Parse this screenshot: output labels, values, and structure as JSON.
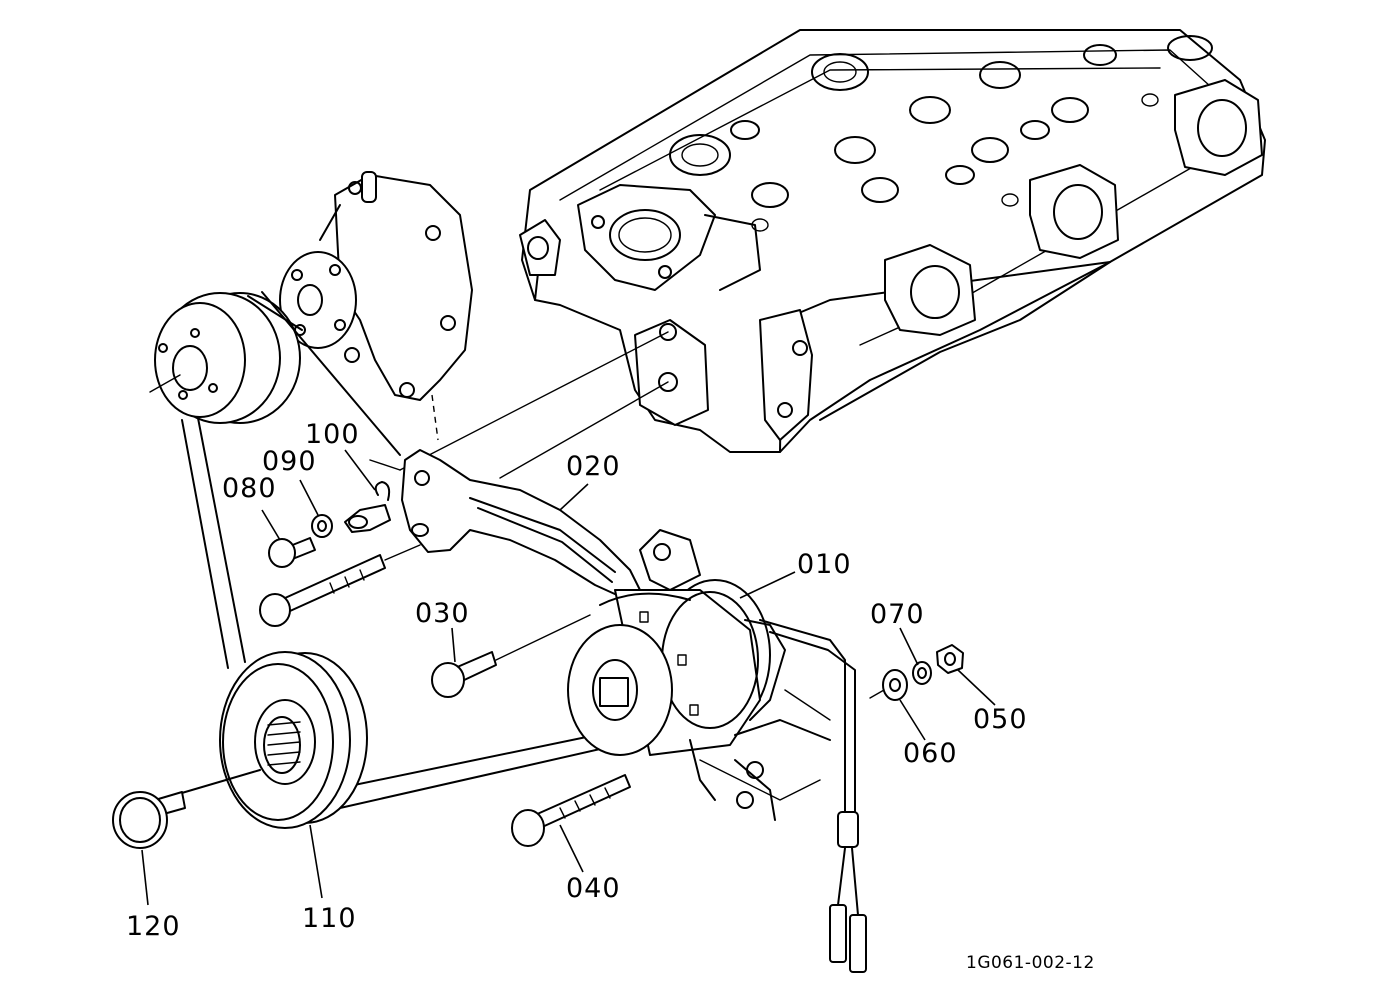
{
  "parts": [
    {
      "id": "010"
    },
    {
      "id": "020"
    },
    {
      "id": "030"
    },
    {
      "id": "040"
    },
    {
      "id": "050"
    },
    {
      "id": "060"
    },
    {
      "id": "070"
    },
    {
      "id": "080"
    },
    {
      "id": "090"
    },
    {
      "id": "100"
    },
    {
      "id": "110"
    },
    {
      "id": "120"
    }
  ],
  "reference_code": "1G061-002-12"
}
